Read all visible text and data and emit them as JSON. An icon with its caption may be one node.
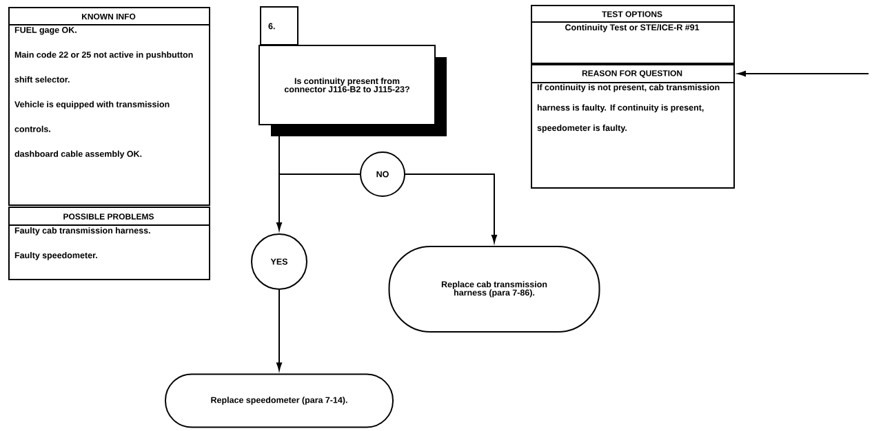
{
  "diagram": {
    "nodes": [
      {
        "text": [
          "KNOWN INFO",
          "FUEL gage OK.",
          "Main code 22 or 25 not active in pushbutton shift selector.",
          "Vehicle is equipped with transmission controls.",
          "dashboard cable assembly OK."
        ]
      },
      {
        "text": [
          "POSSIBLE PROBLEMS",
          "Faulty cab transmission harness.",
          "Faulty speedometer."
        ]
      },
      {
        "text": [
          "6.",
          "Is continuity present from connector J116-B2 to J115-23?"
        ]
      },
      {
        "text": [
          "NO"
        ]
      },
      {
        "text": [
          "YES"
        ]
      },
      {
        "text": [
          "Replace speedometer (para 7-14)."
        ]
      },
      {
        "text": [
          "Replace cab transmission harness (para 7-86)."
        ]
      },
      {
        "text": [
          "TEST OPTIONS",
          "Continuity Test or STE/ICE-R #91"
        ]
      },
      {
        "text": [
          "REASON FOR QUESTION",
          "If continuity is not present, cab transmission harness is faulty. If continuity is present, speedometer is faulty."
        ]
      }
    ],
    "edges": [
      {
        "from": 2,
        "to": 4,
        "arrow": "to"
      },
      {
        "from": 2,
        "to": 3,
        "arrow": "none"
      },
      {
        "from": 3,
        "to": 6,
        "arrow": "to"
      },
      {
        "from": 4,
        "to": 5,
        "arrow": "to"
      },
      {
        "from": null,
        "to": 8,
        "arrow": "to"
      }
    ]
  }
}
